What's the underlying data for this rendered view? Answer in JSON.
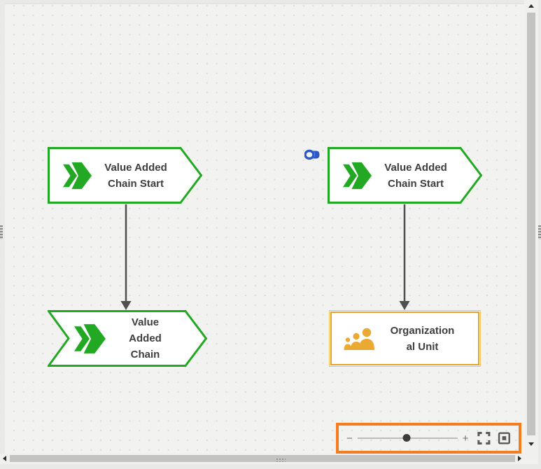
{
  "editor": {
    "background_color": "#e9e9e7",
    "canvas_background": "#f2f2f1",
    "grid_dot_color": "#dcdcda",
    "text_color": "#3e3e3e"
  },
  "nodes": [
    {
      "id": "vac-start-left",
      "type": "Value Added Chain Start",
      "shape": "pentagon-arrow",
      "label": "Value Added Chain Start",
      "lines": [
        "Value Added",
        "Chain Start"
      ],
      "border_color": "#22a822",
      "icon": "double-chevron-icon",
      "icon_color": "#22a822"
    },
    {
      "id": "vac-start-right",
      "type": "Value Added Chain Start",
      "shape": "pentagon-arrow",
      "label": "Value Added Chain Start",
      "lines": [
        "Value Added",
        "Chain Start"
      ],
      "border_color": "#22a822",
      "icon": "double-chevron-icon",
      "icon_color": "#22a822",
      "assignment_icon": "link-icon",
      "assignment_icon_color": "#2b57c8"
    },
    {
      "id": "vac-bottom",
      "type": "Value Added Chain",
      "shape": "chevron-arrow",
      "label": "Value Added Chain",
      "lines": [
        "Value",
        "Added",
        "Chain"
      ],
      "border_color": "#22a822",
      "icon": "double-chevron-icon",
      "icon_color": "#22a822"
    },
    {
      "id": "org-unit",
      "type": "Organizational Unit",
      "shape": "rectangle",
      "label": "Organizational Unit",
      "lines": [
        "Organization",
        "al Unit"
      ],
      "border_color": "#e8a02c",
      "icon": "org-people-icon",
      "icon_color": "#eba832"
    }
  ],
  "connections": [
    {
      "from": "vac-start-left",
      "to": "vac-bottom",
      "style": "solid-arrow",
      "color": "#4f4f4f"
    },
    {
      "from": "vac-start-right",
      "to": "org-unit",
      "style": "solid-arrow",
      "color": "#4f4f4f"
    }
  ],
  "zoom_toolbar": {
    "minus_label": "−",
    "plus_label": "+",
    "slider_value_pct": 49,
    "highlight_color": "#f57d20",
    "icons": [
      "fullscreen-icon",
      "fit-to-window-icon"
    ]
  }
}
